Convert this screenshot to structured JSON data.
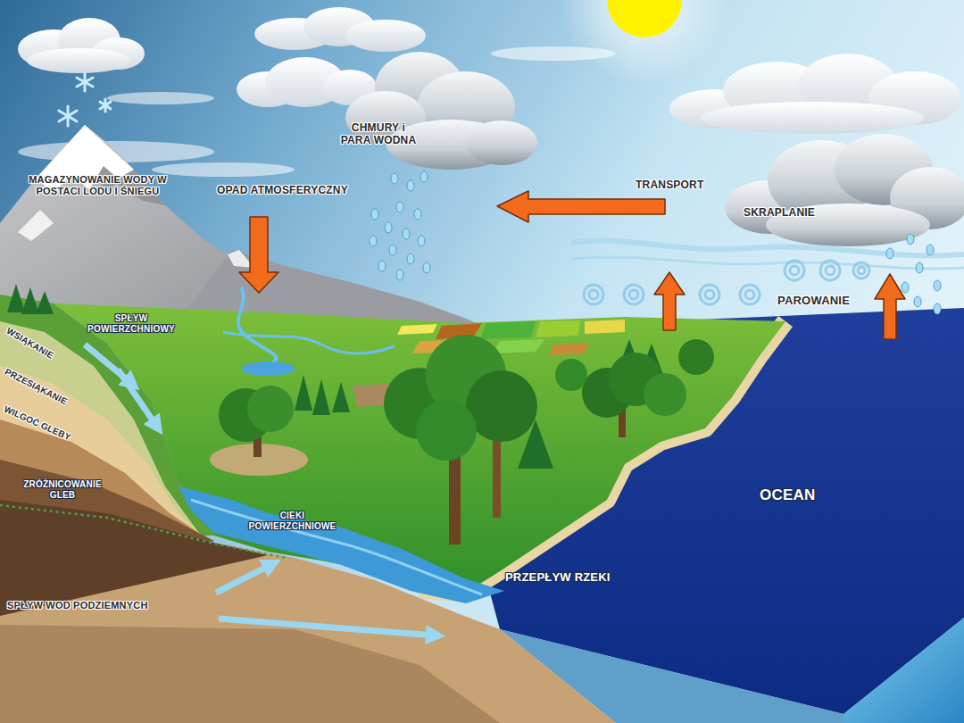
{
  "diagram": {
    "labels": [
      "MAGAZYNOWANIE WODY W POSTACI LODU I ŚNIEGU",
      "CHMURY i PARA WODNA",
      "OPAD ATMOSFERYCZNY",
      "TRANSPORT",
      "SKRAPLANIE",
      "PAROWANIE",
      "SPŁYW POWIERZCHNIOWY",
      "WSIĄKANIE",
      "PRZESIĄKANIE",
      "WILGOĆ GLEBY",
      "ZRÓŻNICOWANIE GLEB",
      "CIEKI POWIERZCHNIOWE",
      "PRZEPŁYW RZEKI",
      "OCEAN",
      "SPŁYW WOD PODZIEMNYCH"
    ]
  }
}
